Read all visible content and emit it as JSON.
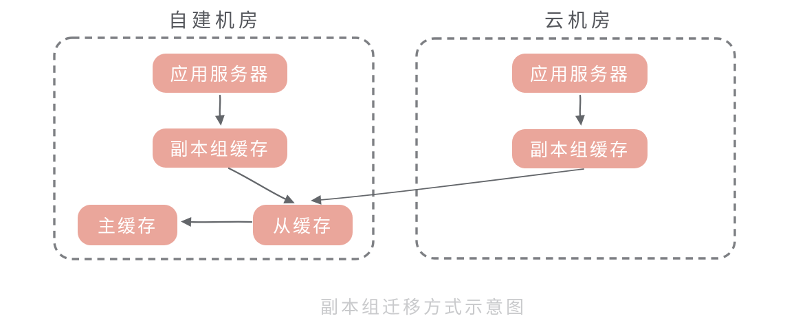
{
  "diagram": {
    "caption": "副本组迁移方式示意图",
    "zones": [
      {
        "title": "自建机房",
        "nodes": [
          {
            "label": "应用服务器"
          },
          {
            "label": "副本组缓存"
          },
          {
            "label": "主缓存"
          },
          {
            "label": "从缓存"
          }
        ]
      },
      {
        "title": "云机房",
        "nodes": [
          {
            "label": "应用服务器"
          },
          {
            "label": "副本组缓存"
          }
        ]
      }
    ],
    "edges": [
      {
        "from": "自建机房/应用服务器",
        "to": "自建机房/副本组缓存"
      },
      {
        "from": "云机房/应用服务器",
        "to": "云机房/副本组缓存"
      },
      {
        "from": "自建机房/副本组缓存",
        "to": "自建机房/从缓存"
      },
      {
        "from": "云机房/副本组缓存",
        "to": "自建机房/从缓存"
      },
      {
        "from": "自建机房/从缓存",
        "to": "自建机房/主缓存"
      }
    ]
  },
  "colors": {
    "node_fill": "#eaa69b",
    "node_text": "#ffffff",
    "zone_border": "#7d7f83",
    "arrow": "#63666a",
    "title_text": "#55575c",
    "caption_text": "#c9cacc"
  }
}
